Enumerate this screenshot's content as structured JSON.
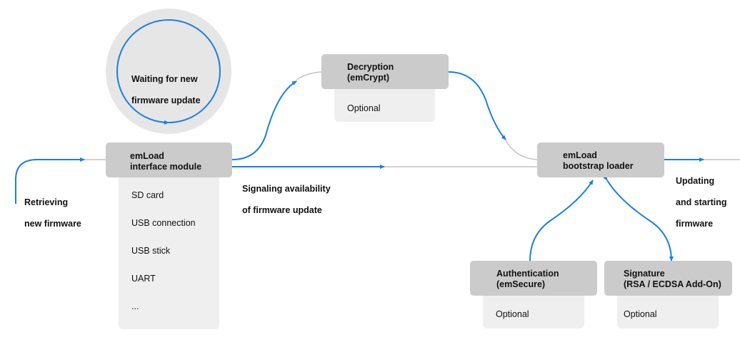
{
  "waiting": {
    "line1": "Waiting for new",
    "line2": "firmware update"
  },
  "interface_module": {
    "line1": "emLoad",
    "line2": "interface module",
    "items": [
      "SD card",
      "USB connection",
      "USB stick",
      "UART",
      "..."
    ]
  },
  "decryption": {
    "line1": "Decryption",
    "line2": "(emCrypt)",
    "sub": "Optional"
  },
  "bootstrap_loader": {
    "line1": "emLoad",
    "line2": "bootstrap loader"
  },
  "authentication": {
    "line1": "Authentication",
    "line2": "(emSecure)",
    "sub": "Optional"
  },
  "signature": {
    "line1": "Signature",
    "line2": "(RSA / ECDSA Add-On)",
    "sub": "Optional"
  },
  "labels": {
    "retrieving": {
      "line1": "Retrieving",
      "line2": "new firmware"
    },
    "signaling": {
      "line1": "Signaling availability",
      "line2": "of firmware update"
    },
    "updating": {
      "line1": "Updating",
      "line2": "and starting",
      "line3": "firmware"
    }
  },
  "colors": {
    "accent": "#1a7fe0",
    "grey_line": "#c4c4c4",
    "box": "#cbcbcb",
    "sub": "#efefef",
    "circle_bg": "#e6e6e6"
  }
}
